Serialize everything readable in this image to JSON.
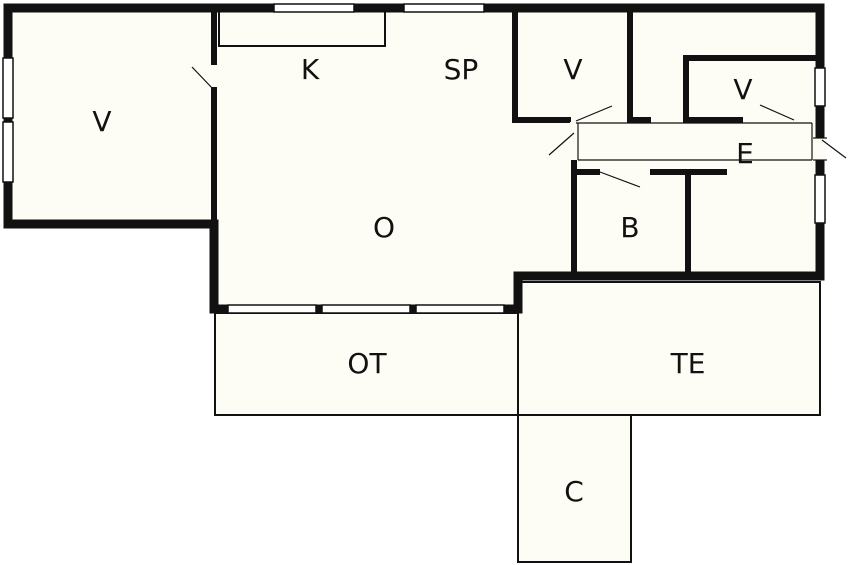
{
  "colors": {
    "floor": "#fdfdf6",
    "wall": "#111111",
    "window": "#ffffff",
    "background": "#ffffff"
  },
  "rooms": [
    {
      "id": "bedroom-left",
      "label": "V"
    },
    {
      "id": "kitchen",
      "label": "K"
    },
    {
      "id": "pantry",
      "label": "SP"
    },
    {
      "id": "bedroom-middle",
      "label": "V"
    },
    {
      "id": "bedroom-right",
      "label": "V"
    },
    {
      "id": "hall",
      "label": "E"
    },
    {
      "id": "living",
      "label": "O"
    },
    {
      "id": "bathroom",
      "label": "B"
    },
    {
      "id": "covered-terrace",
      "label": "OT"
    },
    {
      "id": "terrace",
      "label": "TE"
    },
    {
      "id": "carport",
      "label": "C"
    }
  ]
}
